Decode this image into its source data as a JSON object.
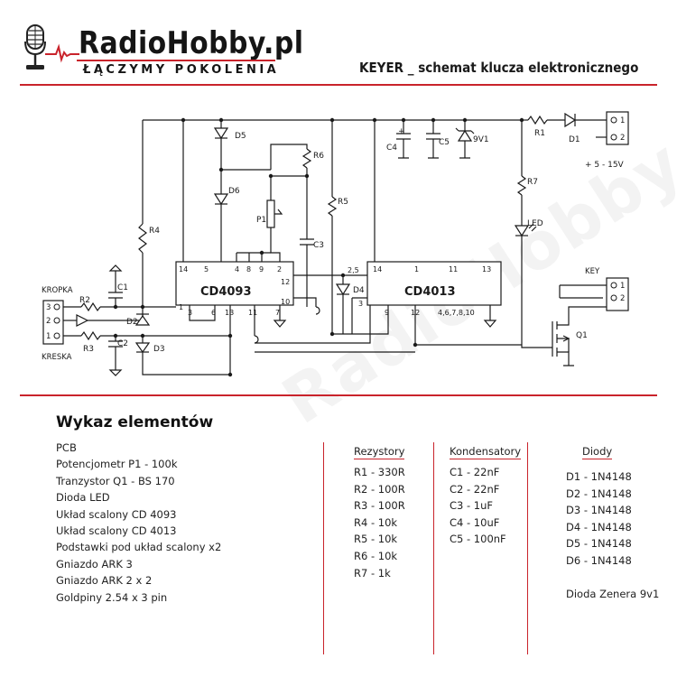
{
  "header": {
    "logo": "RadioHobby.pl",
    "tagline": "ŁĄCZYMY POKOLENIA",
    "title": "KEYER _ schemat klucza elektronicznego"
  },
  "colors": {
    "accent": "#c9232b",
    "ink": "#1a1a1a"
  },
  "schematic": {
    "ic1": "CD4093",
    "ic2": "CD4013",
    "ic1_pins_top": [
      "14",
      "5",
      "4",
      "8",
      "9",
      "2"
    ],
    "ic1_pins_bottom": [
      "3",
      "6",
      "13",
      "11",
      "7"
    ],
    "ic1_pin_left": "1",
    "ic1_pins_right": [
      "12",
      "10"
    ],
    "ic2_pins_top": [
      "14",
      "1",
      "11",
      "13"
    ],
    "ic2_pins_bottom": [
      "9",
      "12",
      "4,6,7,8,10"
    ],
    "ic2_pins_left": [
      "2,5",
      "3"
    ],
    "labels": {
      "R1": "R1",
      "R2": "R2",
      "R3": "R3",
      "R4": "R4",
      "R5": "R5",
      "R6": "R6",
      "R7": "R7",
      "C1": "C1",
      "C2": "C2",
      "C3": "C3",
      "C4": "C4",
      "C5": "C5",
      "D1": "D1",
      "D2": "D2",
      "D3": "D3",
      "D4": "D4",
      "D5": "D5",
      "D6": "D6",
      "P1": "P1",
      "Q1": "Q1",
      "LED": "LED",
      "zener": "9V1"
    },
    "kropka": "KROPKA",
    "kreska": "KRESKA",
    "key": "KEY",
    "supply": "+ 5 - 15V",
    "conn3_pins": [
      "3",
      "2",
      "1"
    ],
    "conn_power_pins": [
      "1",
      "2"
    ],
    "conn_key_pins": [
      "1",
      "2"
    ],
    "plus": "+"
  },
  "bom": {
    "title": "Wykaz elementów",
    "items": [
      "PCB",
      "Potencjometr P1 - 100k",
      "Tranzystor Q1 - BS 170",
      "Dioda LED",
      "Układ scalony CD 4093",
      "Układ scalony CD 4013",
      "Podstawki pod układ scalony x2",
      "Gniazdo ARK 3",
      "Gniazdo ARK 2 x 2",
      "Goldpiny 2.54 x 3 pin"
    ],
    "resistors": {
      "title": "Rezystory",
      "items": [
        "R1 - 330R",
        "R2 - 100R",
        "R3 - 100R",
        "R4 - 10k",
        "R5 - 10k",
        "R6 - 10k",
        "R7 - 1k"
      ]
    },
    "capacitors": {
      "title": "Kondensatory",
      "items": [
        "C1 - 22nF",
        "C2 - 22nF",
        "C3 - 1uF",
        "C4 - 10uF",
        "C5 - 100nF"
      ]
    },
    "diodes": {
      "title": "Diody",
      "items": [
        "D1 - 1N4148",
        "D2 - 1N4148",
        "D3 - 1N4148",
        "D4 - 1N4148",
        "D5 - 1N4148",
        "D6 - 1N4148"
      ],
      "zener": "Dioda Zenera 9v1"
    }
  }
}
